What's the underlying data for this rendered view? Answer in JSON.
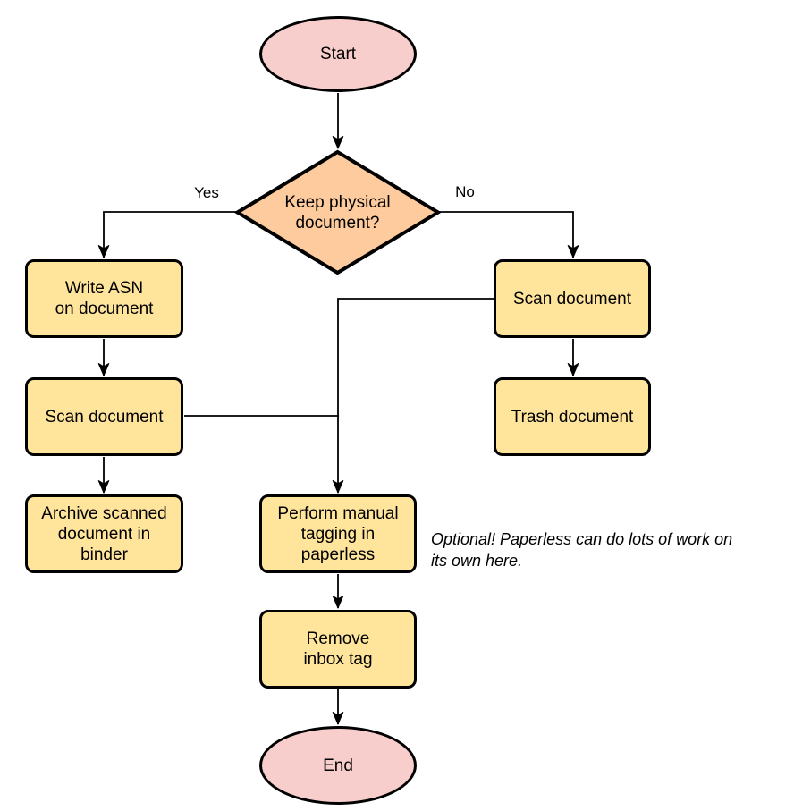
{
  "diagram": {
    "type": "flowchart",
    "nodes": {
      "start": {
        "shape": "ellipse",
        "label": "Start"
      },
      "decision": {
        "shape": "diamond",
        "label": "Keep physical\ndocument?"
      },
      "write_asn": {
        "shape": "process",
        "label": "Write ASN\non document"
      },
      "scan_left": {
        "shape": "process",
        "label": "Scan document"
      },
      "archive": {
        "shape": "process",
        "label": "Archive scanned\ndocument in\nbinder"
      },
      "scan_right": {
        "shape": "process",
        "label": "Scan document"
      },
      "trash": {
        "shape": "process",
        "label": "Trash document"
      },
      "tagging": {
        "shape": "process",
        "label": "Perform manual\ntagging in\npaperless"
      },
      "remove_inbox": {
        "shape": "process",
        "label": "Remove\ninbox tag"
      },
      "end": {
        "shape": "ellipse",
        "label": "End"
      }
    },
    "edge_labels": {
      "yes": "Yes",
      "no": "No"
    },
    "edges": [
      {
        "from": "start",
        "to": "decision",
        "label": ""
      },
      {
        "from": "decision",
        "to": "write_asn",
        "label": "Yes"
      },
      {
        "from": "decision",
        "to": "scan_right",
        "label": "No"
      },
      {
        "from": "write_asn",
        "to": "scan_left",
        "label": ""
      },
      {
        "from": "scan_left",
        "to": "archive",
        "label": ""
      },
      {
        "from": "scan_right",
        "to": "trash",
        "label": ""
      },
      {
        "from": "scan_left",
        "to": "tagging",
        "label": ""
      },
      {
        "from": "scan_right",
        "to": "tagging",
        "label": ""
      },
      {
        "from": "tagging",
        "to": "remove_inbox",
        "label": ""
      },
      {
        "from": "remove_inbox",
        "to": "end",
        "label": ""
      }
    ],
    "annotation": {
      "text": "Optional! Paperless can do lots of work on\nits own here."
    },
    "colors": {
      "terminal_fill": "#F8CECC",
      "decision_fill": "#FDCB9D",
      "process_fill": "#FFE49B",
      "stroke": "#000000",
      "hairline": "#E5E5E5"
    }
  }
}
